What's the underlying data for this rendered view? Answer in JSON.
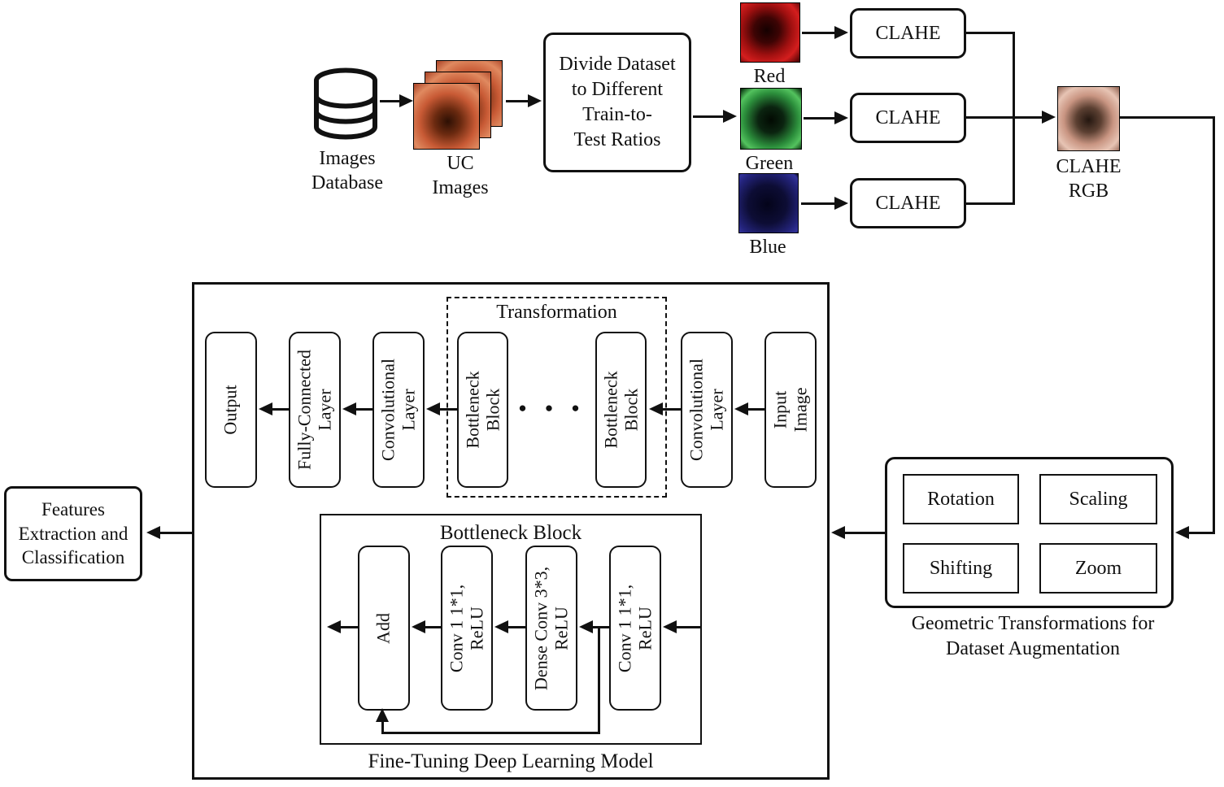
{
  "top": {
    "images_database_label": "Images\nDatabase",
    "uc_images_label": "UC\nImages",
    "divide_box_label": "Divide Dataset\nto Different\nTrain-to-\nTest Ratios",
    "channels": [
      {
        "name": "Red",
        "clahe_label": "CLAHE",
        "color": "#c41414"
      },
      {
        "name": "Green",
        "clahe_label": "CLAHE",
        "color": "#2f9e3f"
      },
      {
        "name": "Blue",
        "clahe_label": "CLAHE",
        "color": "#26268a"
      }
    ],
    "clahe_rgb_label": "CLAHE\nRGB"
  },
  "model": {
    "caption": "Fine-Tuning Deep Learning Model",
    "transformation_label": "Transformation",
    "ellipsis": "● ● ●",
    "nodes": {
      "output": "Output",
      "fully_connected": "Fully-Connected\nLayer",
      "conv_left": "Convolutional\nLayer",
      "bottleneck_1": "Bottleneck\nBlock",
      "bottleneck_2": "Bottleneck\nBlock",
      "conv_right": "Convolutional\nLayer",
      "input_image": "Input\nImage"
    },
    "bottleneck_detail": {
      "title": "Bottleneck Block",
      "add": "Add",
      "conv_a": "Conv 1 1*1,\nReLU",
      "dense": "Dense Conv 3*3,\nReLU",
      "conv_b": "Conv 1 1*1,\nReLU"
    }
  },
  "augmentation": {
    "items": [
      "Rotation",
      "Scaling",
      "Shifting",
      "Zoom"
    ],
    "caption": "Geometric Transformations for\nDataset Augmentation"
  },
  "features_label": "Features\nExtraction and\nClassification"
}
